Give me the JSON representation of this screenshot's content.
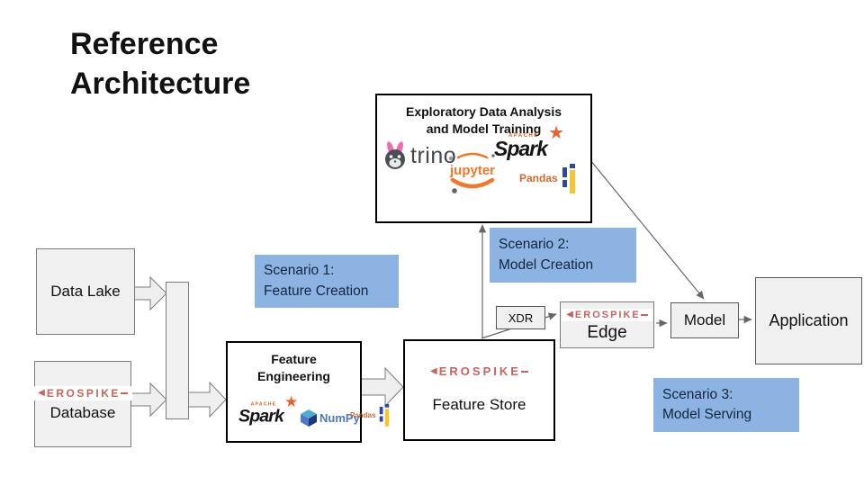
{
  "title": "Reference\nArchitecture",
  "icons": {
    "aerospike_triangle": "◀",
    "spark_star": "★"
  },
  "logos": {
    "aerospike": "EROSPIKE",
    "trino": "trino",
    "jupyter": "jupyter",
    "apache": "APACHE",
    "spark": "Spark",
    "numpy": "NumPy",
    "pandas": "Pandas"
  },
  "nodes": {
    "eda": {
      "title": "Exploratory Data Analysis\nand Model Training"
    },
    "data_lake": {
      "label": "Data Lake"
    },
    "database": {
      "label": "Database"
    },
    "feature_engineering": {
      "title": "Feature\nEngineering"
    },
    "feature_store": {
      "label": "Feature Store"
    },
    "xdr": {
      "label": "XDR"
    },
    "edge": {
      "label": "Edge"
    },
    "model": {
      "label": "Model"
    },
    "application": {
      "label": "Application"
    }
  },
  "scenarios": [
    {
      "label": "Scenario 1:\nFeature Creation"
    },
    {
      "label": "Scenario 2:\nModel Creation"
    },
    {
      "label": "Scenario 3:\nModel Serving"
    }
  ],
  "colors": {
    "scenario_bg": "#8db3e2",
    "scenario_text": "#12263f",
    "aerospike_red": "#c9635b",
    "spark_orange": "#e25a1c",
    "jupyter_orange": "#f37726",
    "numpy_blue": "#4d77cf",
    "pandas_blue": "#2b4a9f",
    "pandas_yellow": "#f7c52d",
    "box_fill_gray": "#f0f0f0",
    "box_border_gray": "#7b7b7b",
    "arrow_gray": "#666666"
  }
}
